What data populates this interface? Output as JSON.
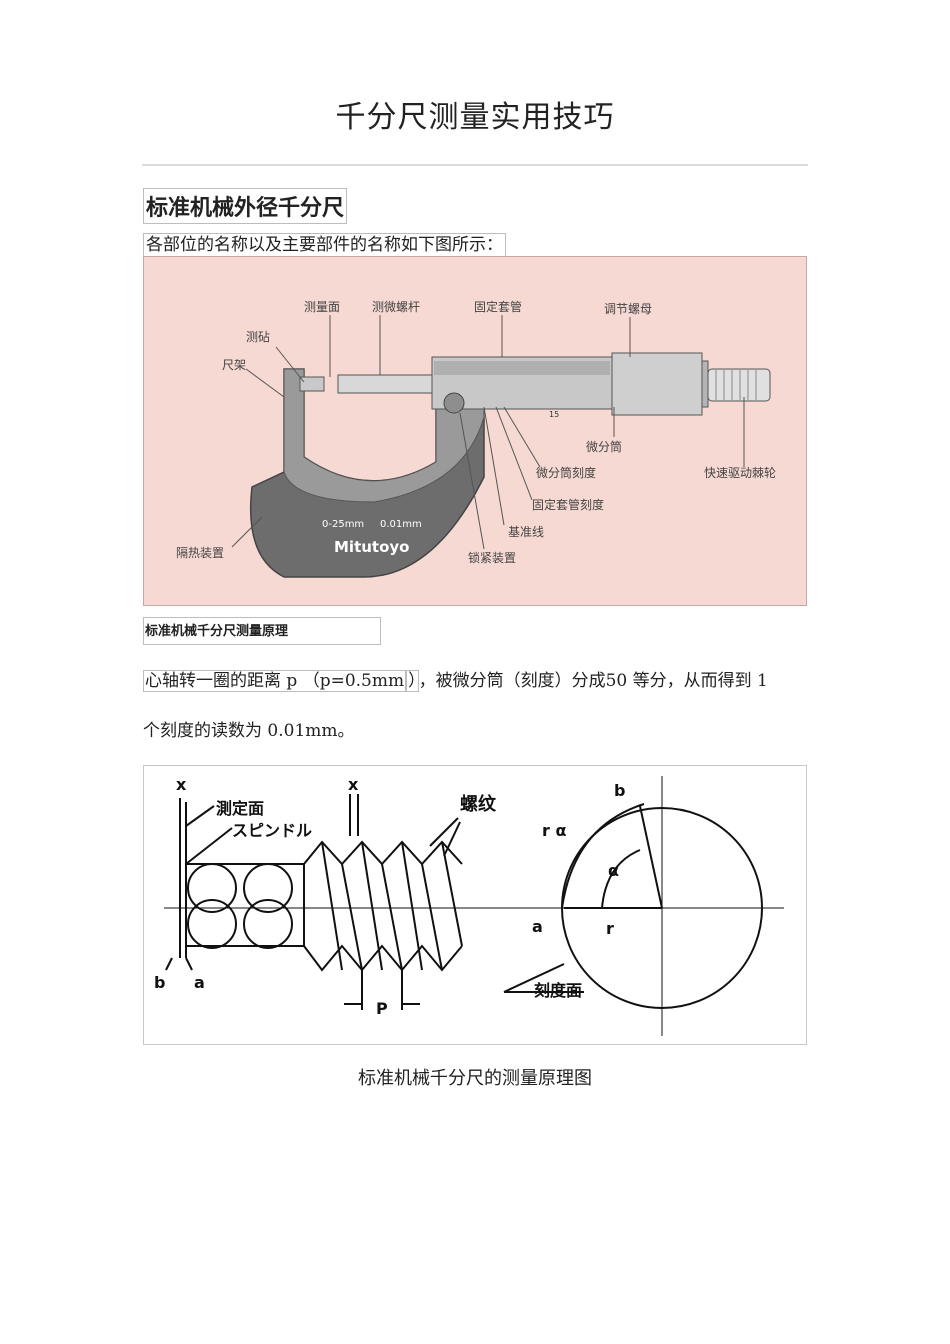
{
  "title": "千分尺测量实用技巧",
  "section_heading": "标准机械外径千分尺",
  "intro": "各部位的名称以及主要部件的名称如下图所示：",
  "figure1": {
    "labels": {
      "measuring_face": "测量面",
      "spindle": "测微螺杆",
      "sleeve": "固定套管",
      "adjust_nut": "调节螺母",
      "anvil": "测砧",
      "frame": "尺架",
      "thimble": "微分筒",
      "thimble_scale": "微分筒刻度",
      "ratchet": "快速驱动棘轮",
      "sleeve_scale": "固定套管刻度",
      "reference_line": "基准线",
      "insulator": "隔热装置",
      "lock": "锁紧装置"
    },
    "frame_text": {
      "range": "0-25mm",
      "resolution": "0.01mm",
      "brand": "Mitutoyo"
    },
    "scale_number": "15"
  },
  "principle_heading": "标准机械千分尺测量原理",
  "principle": {
    "part1": "心轴转一圈的距离 p （p=0.5mm",
    "part2": "）",
    "part3": "，被微分筒（刻度）分成50 等分，从而得到 1",
    "line2": "个刻度的读数为 0.01mm。"
  },
  "figure2": {
    "labels": {
      "x1": "x",
      "x2": "x",
      "measure_face": "測定面",
      "spindle": "スピンドル",
      "thread": "螺纹",
      "b1": "b",
      "a1": "a",
      "p": "P",
      "b2": "b",
      "a2": "a",
      "r_alpha": "r α",
      "alpha": "α",
      "r": "r",
      "scale_face": "刻度面"
    }
  },
  "caption": "标准机械千分尺的测量原理图"
}
